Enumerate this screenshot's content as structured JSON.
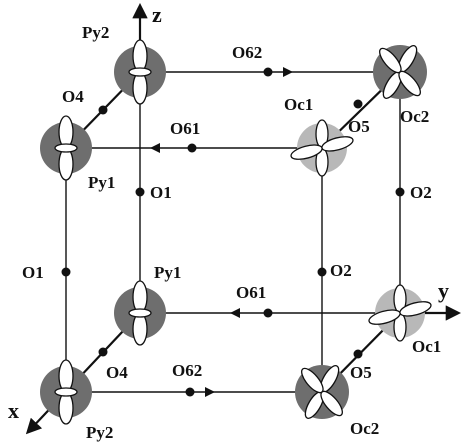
{
  "axes": {
    "x": "x",
    "y": "y",
    "z": "z"
  },
  "labels": {
    "py2_top": "Py2",
    "o62_top": "O62",
    "o4_top": "O4",
    "o61_top": "O61",
    "oc1_top": "Oc1",
    "o5_top": "O5",
    "oc2_top": "Oc2",
    "py1_top": "Py1",
    "o1_inner": "O1",
    "o2_right": "O2",
    "o1_left": "O1",
    "py1_bottom": "Py1",
    "o2_inner": "O2",
    "o61_bottom": "O61",
    "oc1_bottom": "Oc1",
    "o4_bottom": "O4",
    "o62_bottom": "O62",
    "o5_bottom": "O5",
    "py2_bottom": "Py2",
    "oc2_bottom": "Oc2"
  },
  "colors": {
    "py_shade": "#6e6e6e",
    "oc2_shade": "#6e6e6e",
    "oc1_shade": "#b8b8b8",
    "line": "#111111"
  }
}
